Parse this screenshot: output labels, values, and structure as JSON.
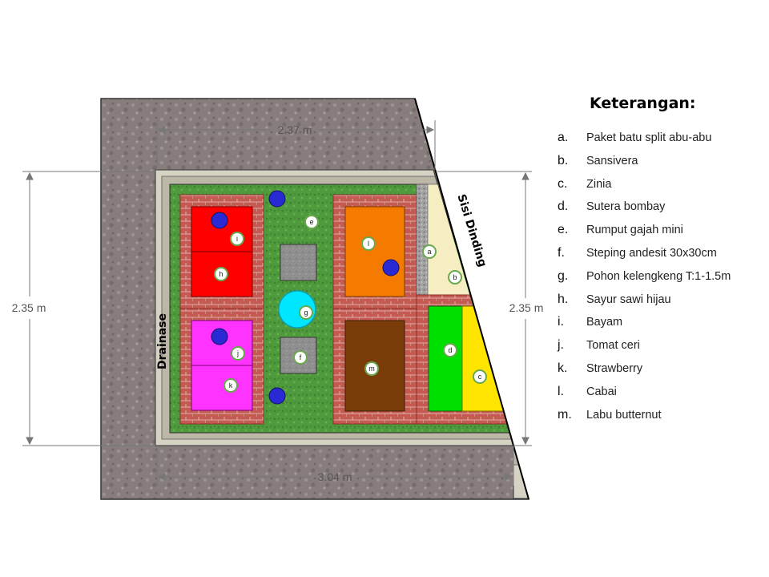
{
  "dimensions": {
    "top": "2.37 m",
    "bottom": "3.04 m",
    "left": "2.35 m",
    "right": "2.35 m"
  },
  "labels": {
    "drainase": "Drainase",
    "sisi_dinding": "Sisi Dinding"
  },
  "legend": {
    "title": "Keterangan:",
    "items": [
      {
        "key": "a.",
        "text": "Paket batu split abu-abu"
      },
      {
        "key": "b.",
        "text": "Sansivera"
      },
      {
        "key": "c.",
        "text": "Zinia"
      },
      {
        "key": "d.",
        "text": "Sutera bombay"
      },
      {
        "key": "e.",
        "text": "Rumput gajah mini"
      },
      {
        "key": "f.",
        "text": "Steping andesit 30x30cm"
      },
      {
        "key": "g.",
        "text": "Pohon kelengkeng T:1-1.5m"
      },
      {
        "key": "h.",
        "text": "Sayur sawi hijau"
      },
      {
        "key": "i.",
        "text": "Bayam"
      },
      {
        "key": "j.",
        "text": "Tomat ceri"
      },
      {
        "key": "k.",
        "text": "Strawberry"
      },
      {
        "key": "l.",
        "text": "Cabai"
      },
      {
        "key": "m.",
        "text": "Labu butternut"
      }
    ]
  },
  "markers": [
    "a",
    "b",
    "c",
    "d",
    "e",
    "f",
    "g",
    "h",
    "i",
    "j",
    "k",
    "l",
    "m"
  ],
  "colors": {
    "paving": "#8a7f7f",
    "grass": "#4f9a3c",
    "brick": "#c0504d",
    "bed_red": "#ff0000",
    "bed_orange": "#f47b00",
    "bed_magenta": "#ff33ff",
    "bed_brown": "#7a3d0a",
    "bed_green": "#00e000",
    "bed_yellow": "#ffe400",
    "gravel": "#9d9d9d",
    "sand": "#f6eec2",
    "tree": "#00e6ff",
    "plant_dot": "#2a2ad4",
    "marker_ring": "#6aa84f"
  }
}
